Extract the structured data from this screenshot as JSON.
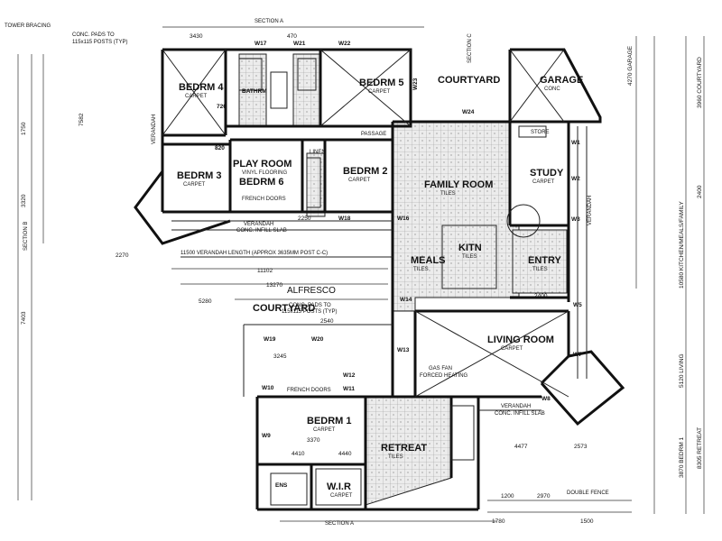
{
  "rooms": {
    "bedrm4": {
      "label": "BEDRM 4",
      "sub": "CARPET"
    },
    "bedrm5": {
      "label": "BEDRM 5",
      "sub": "CARPET"
    },
    "play_room": {
      "label": "PLAY ROOM",
      "sub": "VINYL FLOORING",
      "alt": "BEDRM 6"
    },
    "bedrm3": {
      "label": "BEDRM 3",
      "sub": "CARPET"
    },
    "bedrm2": {
      "label": "BEDRM 2",
      "sub": "CARPET"
    },
    "family_room": {
      "label": "FAMILY ROOM",
      "sub": "TILES"
    },
    "study": {
      "label": "STUDY",
      "sub": "CARPET"
    },
    "garage": {
      "label": "GARAGE",
      "sub": "CONC"
    },
    "courtyard_top": {
      "label": "COURTYARD"
    },
    "kitchen": {
      "label": "KITN",
      "sub": "TILES"
    },
    "meals": {
      "label": "MEALS",
      "sub": "TILES"
    },
    "entry": {
      "label": "ENTRY",
      "sub": "TILES"
    },
    "courtyard_mid": {
      "label": "COURTYARD"
    },
    "alfresco": {
      "label": "ALFRESCO"
    },
    "living_room": {
      "label": "LIVING ROOM",
      "sub": "CARPET"
    },
    "bedrm1": {
      "label": "BEDRM 1",
      "sub": "CARPET"
    },
    "retreat": {
      "label": "RETREAT",
      "sub": "TILES"
    },
    "wir": {
      "label": "W.I.R",
      "sub": "CARPET"
    },
    "ens": {
      "label": "ENS"
    },
    "bath": {
      "label": "BATHRM"
    },
    "play_sub": {
      "label": "FRENCH DOORS"
    }
  },
  "notes": {
    "tower_bracing": "TOWER BRACING",
    "conc_pads_top": "CONC. PADS TO",
    "conc_pads_top2": "115x115 POSTS (TYP)",
    "section_a_top": "SECTION A",
    "section_a_bot": "SECTION A",
    "section_b": "SECTION B",
    "section_c": "SECTION C",
    "verandah_left": "VERANDAH",
    "verandah_mid": "VERANDAH",
    "verandah_mid_sub": "CONC. INFILL SLAB",
    "verandah_long": "11500 VERANDAH LENGTH (APPROX 3635MM POST C-C)",
    "verandah_right": "VERANDAH",
    "verandah_bottom": "VERANDAH",
    "verandah_bottom_sub": "CONC. INFILL SLAB",
    "conc_pads_mid": "CONC. PADS TO",
    "conc_pads_mid2": "115x115 POSTS (TYP)",
    "gas_fan": "GAS FAN",
    "gas_fan2": "FORCED HEATING",
    "french_doors": "FRENCH DOORS",
    "passage": "PASSAGE",
    "linen": "LINEN",
    "store": "STORE",
    "double_fence": "DOUBLE FENCE"
  },
  "dimensions": {
    "d3430": "3430",
    "d470": "470",
    "d13270": "13270",
    "d11102": "11102",
    "d2250": "2250",
    "d2540": "2540",
    "d3245": "3245",
    "d2270": "2270",
    "d5280": "5280",
    "d2400": "2400",
    "d4477": "4477",
    "d2573": "2573",
    "d1200": "1200",
    "d2970": "2970",
    "d1780": "1780",
    "d1500": "1500",
    "d4410": "4410",
    "d4440": "4440",
    "d3370": "3370",
    "d7403": "7403",
    "d7582": "7582",
    "d3320": "3320",
    "d1750": "1750",
    "d10580": "10580 KITCHEN/MEALS/FAMILY",
    "d5120": "5120 LIVING",
    "d3960": "3960 COURTYARD",
    "d4270": "4270 GARAGE",
    "d8305": "8305 RETREAT",
    "d3870": "3870 BEDRM 1",
    "d2400b": "2400"
  },
  "tags": {
    "w17": "W17",
    "w21": "W21",
    "w22": "W22",
    "w23": "W23",
    "w24": "W24",
    "w18": "W18",
    "w16": "W16",
    "w14": "W14",
    "w13": "W13",
    "w12": "W12",
    "w11": "W11",
    "w19": "W19",
    "w20": "W20",
    "w10": "W10",
    "w9": "W9",
    "w8": "W8",
    "w7": "W7",
    "w5": "W5",
    "w3": "W3",
    "w2": "W2",
    "w1": "W1",
    "d820": "820",
    "d720": "720"
  }
}
